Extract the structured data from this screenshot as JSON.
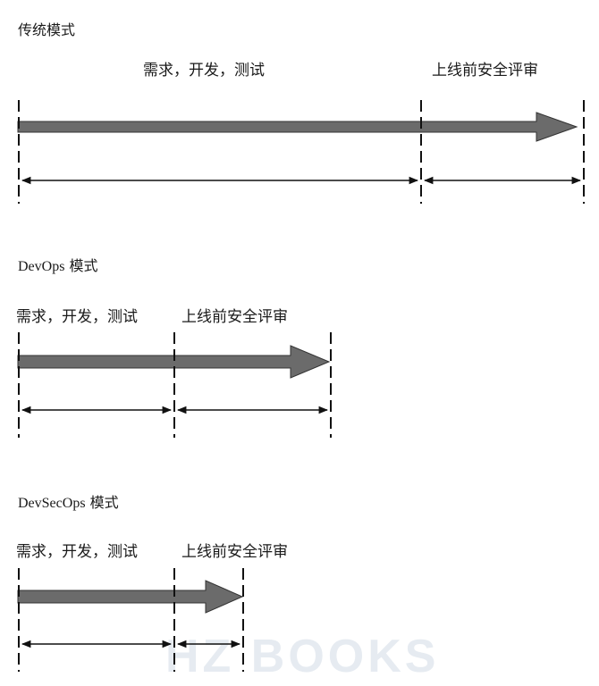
{
  "sections": [
    {
      "title_cn": "传统模式",
      "title_latin": "",
      "phase_dev": "需求，开发，测试",
      "phase_review": "上线前安全评审"
    },
    {
      "title_cn": "模式",
      "title_latin": "DevOps",
      "phase_dev": "需求，开发，测试",
      "phase_review": "上线前安全评审"
    },
    {
      "title_cn": "模式",
      "title_latin": "DevSecOps",
      "phase_dev": "需求，开发，测试",
      "phase_review": "上线前安全评审"
    }
  ],
  "watermark": "HZ BOOKS",
  "colors": {
    "arrow_fill": "#6b6b6b",
    "arrow_stroke": "#333333",
    "line": "#111111",
    "watermark": "#e6ebf1"
  }
}
